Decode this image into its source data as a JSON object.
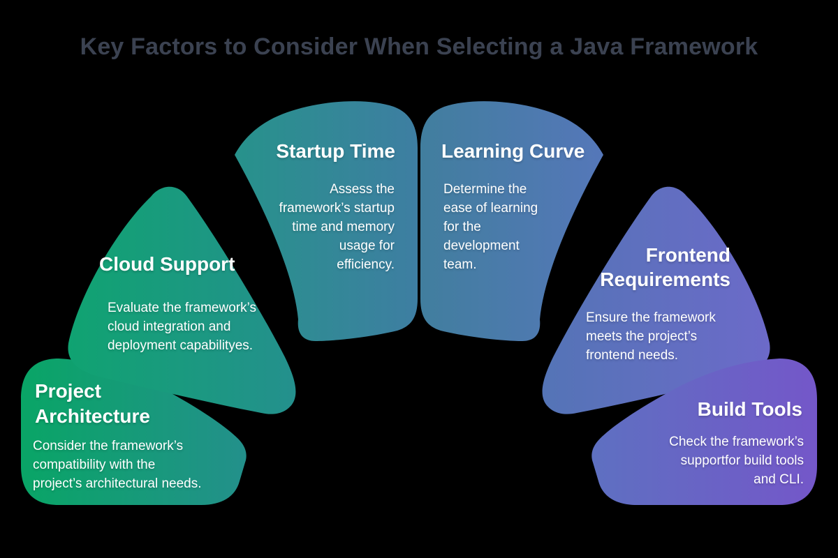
{
  "title": "Key Factors to Consider When Selecting a Java Framework",
  "colors": {
    "background": "#000000",
    "title_text": "#3B4251",
    "petal_text": "#FFFFFF",
    "gradients": {
      "project_architecture": [
        "#09A566",
        "#23908B"
      ],
      "cloud_support": [
        "#10A371",
        "#24908D"
      ],
      "startup_time": [
        "#27928B",
        "#3E7EA2"
      ],
      "learning_curve": [
        "#417E9E",
        "#5577B9"
      ],
      "frontend_requirements": [
        "#5474B6",
        "#6C6AC9"
      ],
      "build_tools": [
        "#5E70C1",
        "#7457C9"
      ]
    }
  },
  "petals": [
    {
      "name": "project-architecture",
      "title": "Project\nArchitecture",
      "body": "Consider the framework’s\ncompatibility with the\nproject’s architectural needs."
    },
    {
      "name": "cloud-support",
      "title": "Cloud Support",
      "body": "Evaluate the framework’s\ncloud integration and\ndeployment capabilityes."
    },
    {
      "name": "startup-time",
      "title": "Startup Time",
      "body": "Assess the\nframework’s startup\ntime and memory\nusage for\nefficiency."
    },
    {
      "name": "learning-curve",
      "title": "Learning Curve",
      "body": "Determine the\nease of learning\nfor the\ndevelopment\nteam."
    },
    {
      "name": "frontend-requirements",
      "title": "Frontend\nRequirements",
      "body": "Ensure the framework\nmeets the project’s\nfrontend needs."
    },
    {
      "name": "build-tools",
      "title": "Build Tools",
      "body": "Check the framework’s\nsupportfor build tools\nand CLI."
    }
  ]
}
